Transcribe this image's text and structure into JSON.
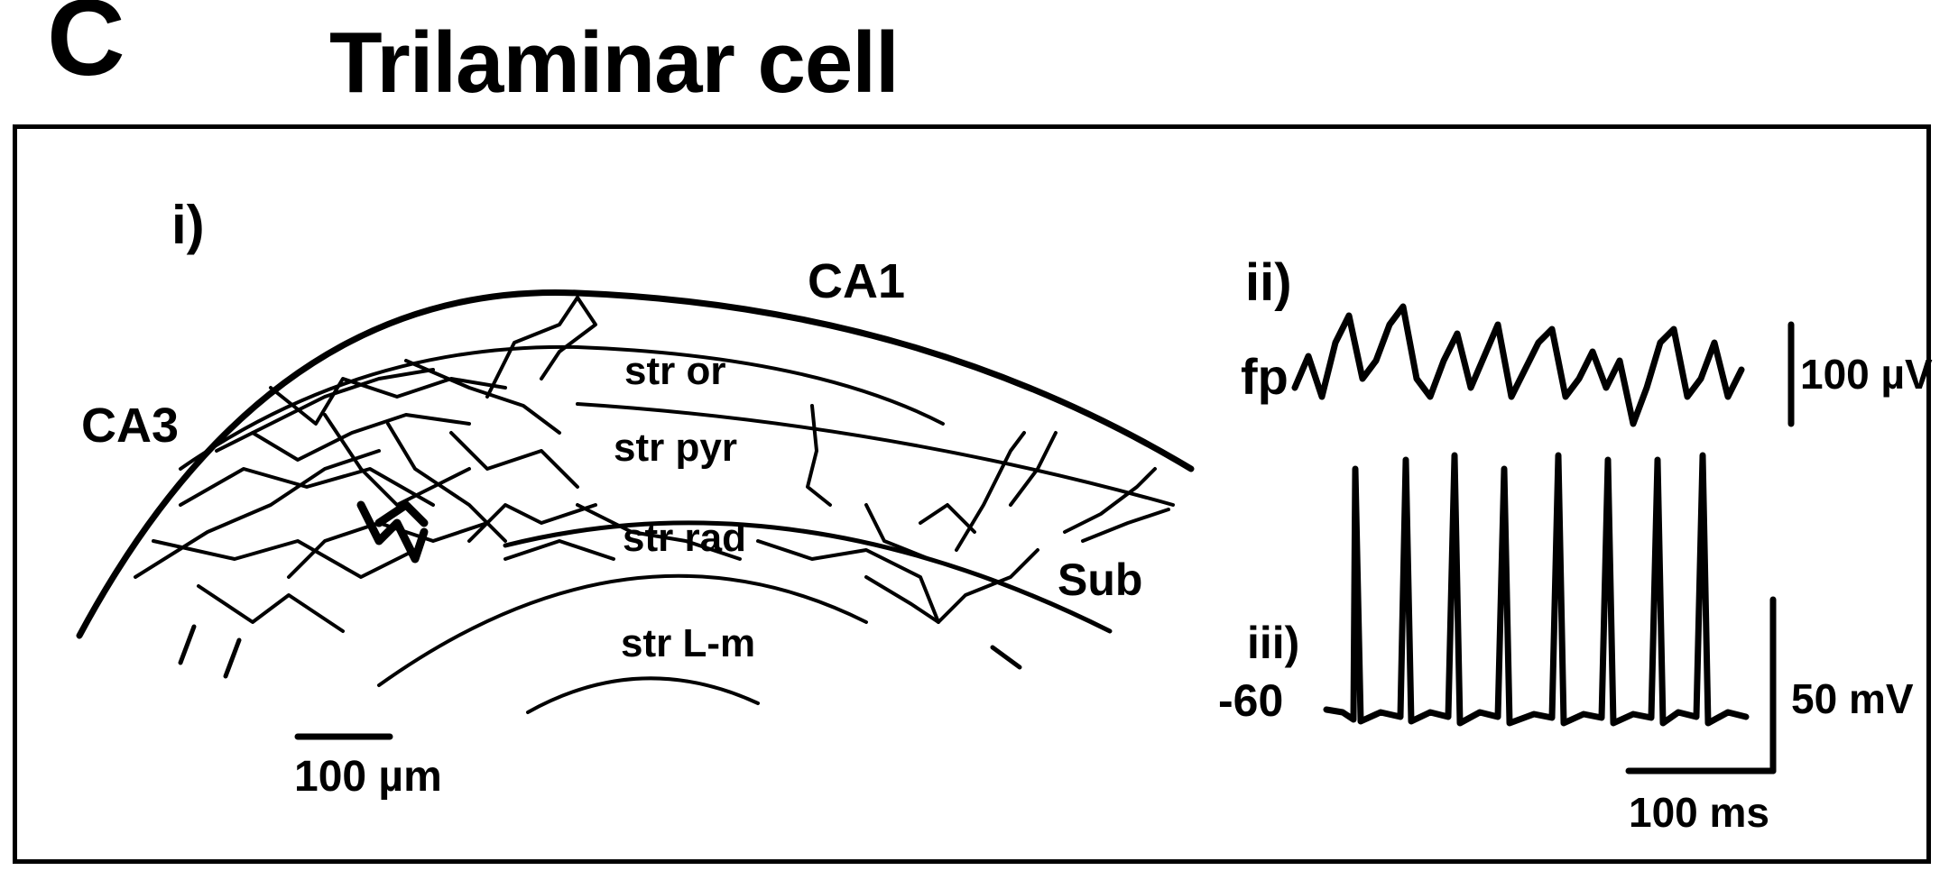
{
  "panel_letter": "C",
  "title": "Trilaminar cell",
  "subpanel_i": {
    "label": "i)",
    "regions": {
      "ca1": "CA1",
      "ca3": "CA3",
      "str_or": "str or",
      "str_pyr": "str pyr",
      "str_rad": "str rad",
      "str_lm": "str L-m",
      "sub": "Sub"
    },
    "scale_bar": "100 µm"
  },
  "subpanel_ii": {
    "label": "ii)",
    "trace_label": "fp",
    "scale": "100 µV"
  },
  "subpanel_iii": {
    "label": "iii)",
    "baseline": "-60",
    "vscale": "50 mV",
    "tscale": "100 ms"
  }
}
